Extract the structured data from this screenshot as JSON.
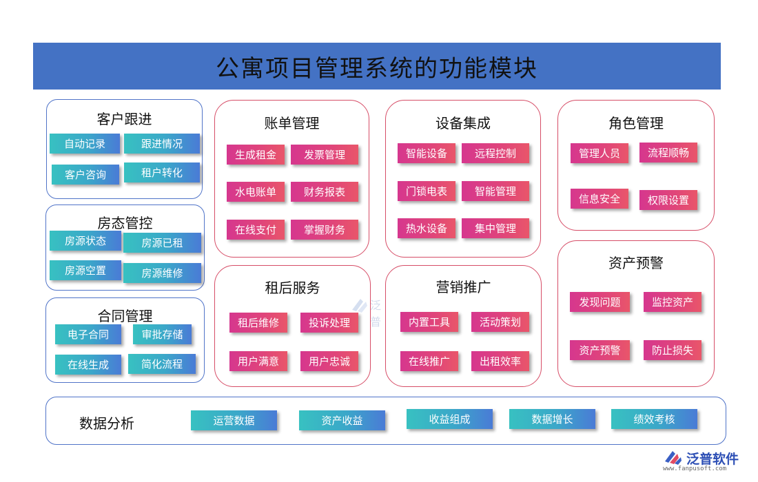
{
  "title": "公寓项目管理系统的功能模块",
  "colors": {
    "title_bar": "#4472c4",
    "blue_border": "#4f73c8",
    "red_border": "#d64c66",
    "teal_button": "#38c1c1",
    "pink_button": "#d6378e"
  },
  "modules": {
    "customer": {
      "title": "客户跟进",
      "items": [
        "自动记录",
        "跟进情况",
        "客户咨询",
        "租户转化"
      ]
    },
    "room": {
      "title": "房态管控",
      "items": [
        "房源状态",
        "房源已租",
        "房源空置",
        "房源维修"
      ]
    },
    "contract": {
      "title": "合同管理",
      "items": [
        "电子合同",
        "审批存储",
        "在线生成",
        "简化流程"
      ]
    },
    "billing": {
      "title": "账单管理",
      "items": [
        "生成租金",
        "发票管理",
        "水电账单",
        "财务报表",
        "在线支付",
        "掌握财务"
      ]
    },
    "equipment": {
      "title": "设备集成",
      "items": [
        "智能设备",
        "远程控制",
        "门锁电表",
        "智能管理",
        "热水设备",
        "集中管理"
      ]
    },
    "role": {
      "title": "角色管理",
      "items": [
        "管理人员",
        "流程顺畅",
        "信息安全",
        "权限设置"
      ]
    },
    "aftersale": {
      "title": "租后服务",
      "items": [
        "租后维修",
        "投诉处理",
        "用户满意",
        "用户忠诚"
      ]
    },
    "marketing": {
      "title": "营销推广",
      "items": [
        "内置工具",
        "活动策划",
        "在线推广",
        "出租效率"
      ]
    },
    "asset": {
      "title": "资产预警",
      "items": [
        "发现问题",
        "监控资产",
        "资产预警",
        "防止损失"
      ]
    },
    "analysis": {
      "title": "数据分析",
      "items": [
        "运营数据",
        "资产收益",
        "收益组成",
        "数据增长",
        "绩效考核"
      ]
    }
  },
  "logo": {
    "name": "泛普软件",
    "url": "www.fanpusoft.com",
    "icon": "fanpu-logo-icon"
  },
  "watermark": {
    "text": "泛普",
    "icon": "fanpu-watermark-icon"
  }
}
